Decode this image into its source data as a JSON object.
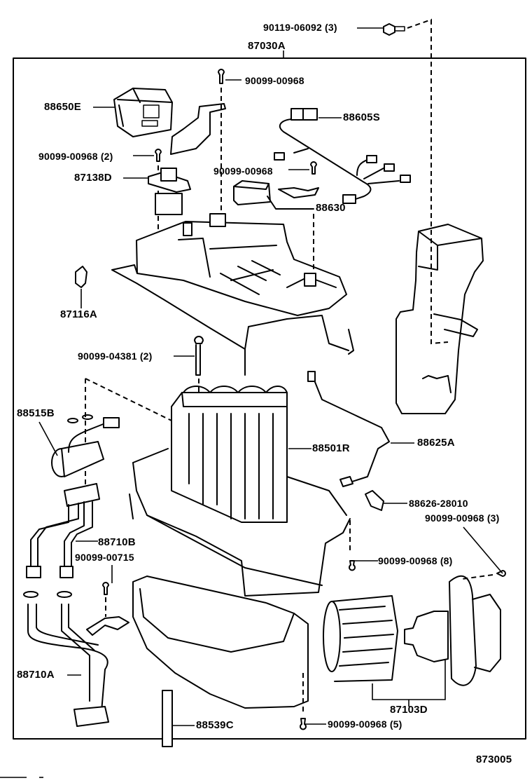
{
  "diagram": {
    "title": "Heater & Air Conditioner Unit Parts Diagram",
    "figure_number": "873005",
    "assembly_label": "87030A",
    "parts": [
      {
        "id": "bolt-top",
        "label": "90119-06092 (3)",
        "part": "90119-06092",
        "qty": 3
      },
      {
        "id": "assembly",
        "label": "87030A",
        "part": "87030A"
      },
      {
        "id": "screw-bracket",
        "label": "90099-00968",
        "part": "90099-00968"
      },
      {
        "id": "control-module",
        "label": "88650E",
        "part": "88650E"
      },
      {
        "id": "wire-harness",
        "label": "88605S",
        "part": "88605S"
      },
      {
        "id": "screw-2",
        "label": "90099-00968 (2)",
        "part": "90099-00968",
        "qty": 2
      },
      {
        "id": "resistor",
        "label": "87138D",
        "part": "87138D"
      },
      {
        "id": "screw-relay",
        "label": "90099-00968",
        "part": "90099-00968"
      },
      {
        "id": "relay",
        "label": "88630",
        "part": "88630"
      },
      {
        "id": "clip",
        "label": "87116A",
        "part": "87116A"
      },
      {
        "id": "bolt-case",
        "label": "90099-04381 (2)",
        "part": "90099-04381",
        "qty": 2
      },
      {
        "id": "expansion-valve",
        "label": "88515B",
        "part": "88515B"
      },
      {
        "id": "evaporator",
        "label": "88501R",
        "part": "88501R"
      },
      {
        "id": "thermistor",
        "label": "88625A",
        "part": "88625A"
      },
      {
        "id": "thermistor-clip",
        "label": "88626-28010",
        "part": "88626-28010"
      },
      {
        "id": "screw-3",
        "label": "90099-00968 (3)",
        "part": "90099-00968",
        "qty": 3
      },
      {
        "id": "tube-b",
        "label": "88710B",
        "part": "88710B"
      },
      {
        "id": "screw-715",
        "label": "90099-00715",
        "part": "90099-00715"
      },
      {
        "id": "screw-8",
        "label": "90099-00968 (8)",
        "part": "90099-00968",
        "qty": 8
      },
      {
        "id": "tube-a",
        "label": "88710A",
        "part": "88710A"
      },
      {
        "id": "drain-hose",
        "label": "88539C",
        "part": "88539C"
      },
      {
        "id": "screw-5",
        "label": "90099-00968 (5)",
        "part": "90099-00968",
        "qty": 5
      },
      {
        "id": "blower-motor",
        "label": "87103D",
        "part": "87103D"
      }
    ]
  }
}
